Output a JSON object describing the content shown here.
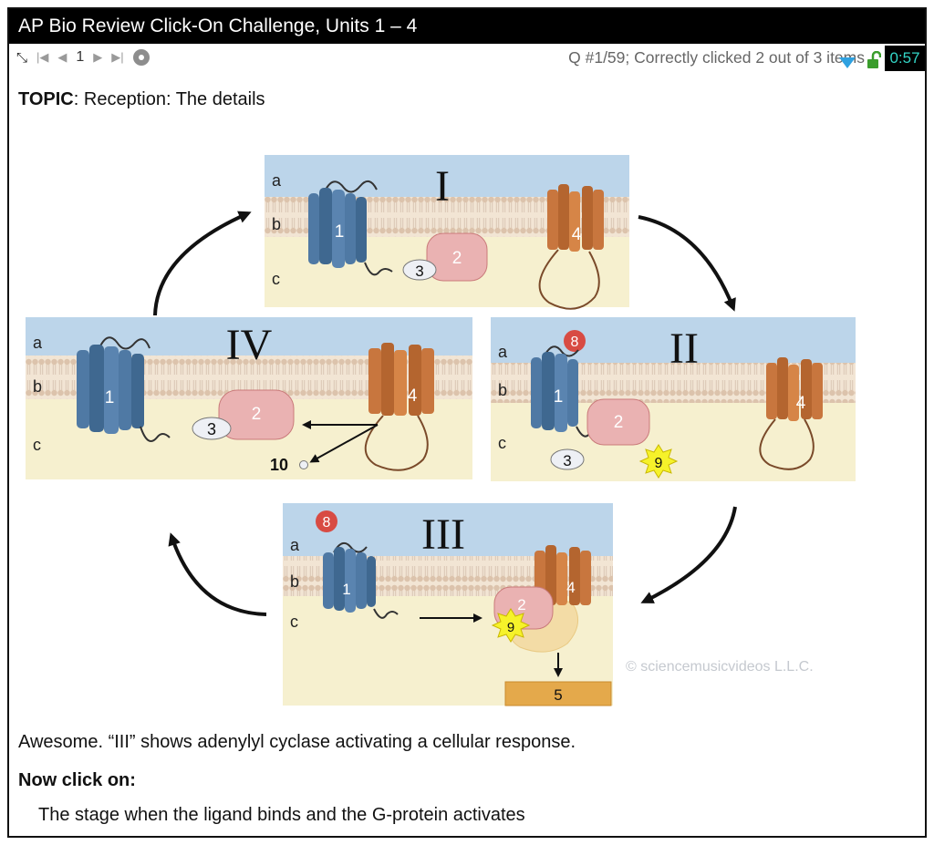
{
  "window": {
    "title": "AP Bio Review Click-On Challenge, Units 1 – 4"
  },
  "toolbar": {
    "page_number": "1",
    "status_text": "Q #1/59; Correctly clicked 2 out of 3 items",
    "timer": "0:57",
    "icons": [
      "expand-icon",
      "first-page-icon",
      "prev-page-icon",
      "next-page-icon",
      "last-page-icon",
      "disc-icon",
      "dropdown-triangle-icon",
      "unlock-icon"
    ]
  },
  "topic": {
    "label": "TOPIC",
    "text": ": Reception: The details"
  },
  "diagram": {
    "panels": {
      "I": {
        "roman": "I",
        "layers": [
          "a",
          "b",
          "c"
        ]
      },
      "II": {
        "roman": "II",
        "layers": [
          "a",
          "b",
          "c"
        ]
      },
      "III": {
        "roman": "III",
        "layers": [
          "a",
          "b",
          "c"
        ]
      },
      "IV": {
        "roman": "IV",
        "layers": [
          "a",
          "b",
          "c"
        ]
      }
    },
    "labels": {
      "receptor": "1",
      "g_protein": "2",
      "gdp": "3",
      "cyclase": "4",
      "response": "5",
      "ligand": "8",
      "gtp": "9",
      "camp": "10"
    },
    "copyright": "© sciencemusicvideos L.L.C.",
    "colors": {
      "extracellular": "#bcd5ea",
      "membrane": "#ead7c4",
      "cytoplasm": "#f6f0cf",
      "receptor": "#4f79a4",
      "cyclase": "#c8763e",
      "g_protein": "#eab2b2",
      "ligand": "#d84b43",
      "gtp": "#f6f22a",
      "response_bar": "#e4a94b"
    }
  },
  "feedback": "Awesome. “III” shows adenylyl cyclase activating a cellular response.",
  "prompt": {
    "heading": "Now click on:",
    "target": "The stage when the ligand binds and the G-protein activates"
  }
}
